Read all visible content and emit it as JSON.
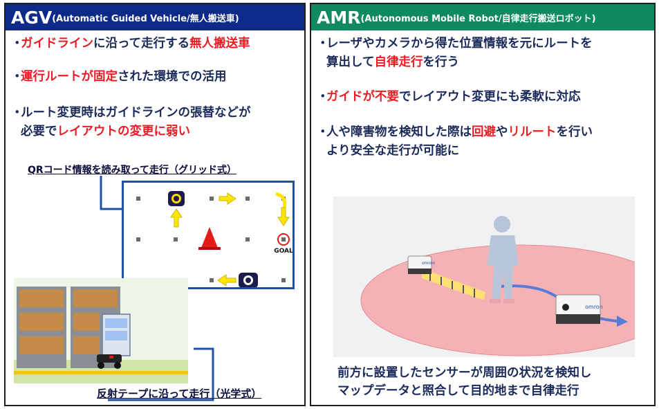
{
  "agv": {
    "title_main": "AGV",
    "title_sub": "(Automatic Guided Vehicle/無人搬送車)",
    "bullets": [
      {
        "dot": "・",
        "parts": [
          {
            "t": "ガイドライン",
            "red": true
          },
          {
            "t": "に沿って走行する",
            "red": false
          },
          {
            "t": "無人搬送車",
            "red": true
          }
        ]
      },
      {
        "dot": "・",
        "parts": [
          {
            "t": "運行ルートが固定",
            "red": true
          },
          {
            "t": "された環境での活用",
            "red": false
          }
        ]
      },
      {
        "dot": "・",
        "parts": [
          {
            "t": "ルート変更時はガイドラインの張替などが",
            "red": false
          }
        ]
      },
      {
        "dot": "",
        "parts": [
          {
            "t": "必要で",
            "red": false
          },
          {
            "t": "レイアウトの変更に弱い",
            "red": true
          }
        ]
      }
    ],
    "qr_label": "QRコード情報を読み取って走行（グリッド式）",
    "goal_label": "GOAL",
    "tape_label": "反射テープに沿って走行（光学式）"
  },
  "amr": {
    "title_main": "AMR",
    "title_sub": "(Autonomous Mobile Robot/自律走行搬送ロボット)",
    "bullets": [
      {
        "dot": "・",
        "parts": [
          {
            "t": "レーザやカメラから得た位置情報を元にルートを",
            "red": false
          }
        ]
      },
      {
        "dot": "",
        "parts": [
          {
            "t": "算出して",
            "red": false
          },
          {
            "t": "自律走行",
            "red": true
          },
          {
            "t": "を行う",
            "red": false
          }
        ]
      },
      {
        "dot": "・",
        "parts": [
          {
            "t": "ガイドが不要",
            "red": true
          },
          {
            "t": "でレイアウト変更にも柔軟に対応",
            "red": false
          }
        ]
      },
      {
        "dot": "・",
        "parts": [
          {
            "t": "人や障害物を検知した際は",
            "red": false
          },
          {
            "t": "回避",
            "red": true
          },
          {
            "t": "や",
            "red": false
          },
          {
            "t": "リルート",
            "red": true
          },
          {
            "t": "を行い",
            "red": false
          }
        ]
      },
      {
        "dot": "",
        "parts": [
          {
            "t": "より安全な走行が可能に",
            "red": false
          }
        ]
      }
    ],
    "robot_brand": "omron",
    "caption_line1": "前方に設置したセンサーが周囲の状況を検知し",
    "caption_line2": "マップデータと照合して目的地まで自律走行"
  },
  "colors": {
    "agv_header": "#0e2a88",
    "amr_header": "#0f8a5f",
    "accent_red": "#ee1b24",
    "body_text": "#1a2a5a",
    "connector_blue": "#1f4fa8"
  }
}
